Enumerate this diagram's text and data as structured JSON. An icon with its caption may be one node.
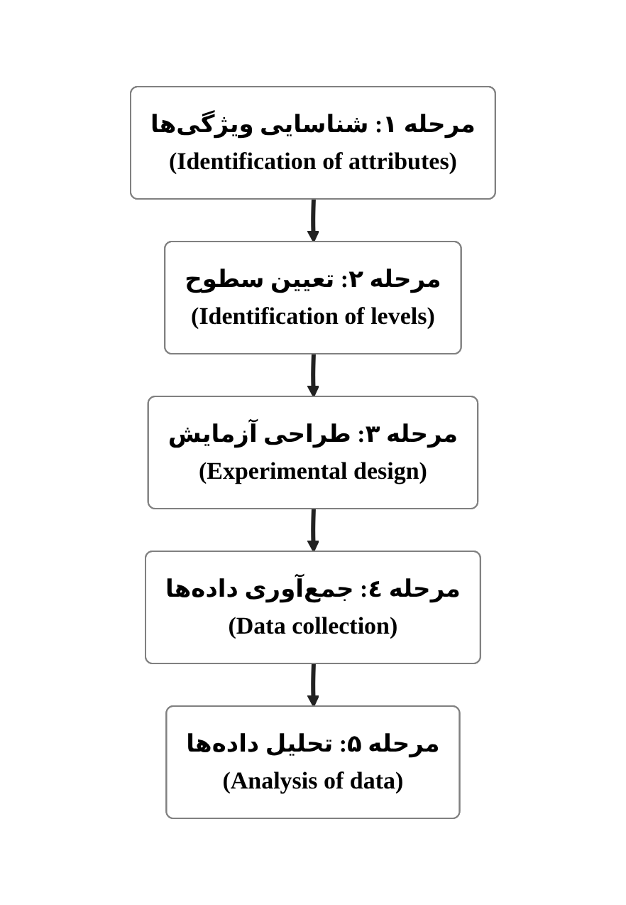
{
  "diagram": {
    "nodes": [
      {
        "text": [
          "مرحله ۱: شناسایی ویژگی‌ها",
          "(Identification of attributes)"
        ]
      },
      {
        "text": [
          "مرحله ۲: تعیین سطوح",
          "(Identification of levels)"
        ]
      },
      {
        "text": [
          "مرحله ۳: طراحی آزمایش",
          "(Experimental design)"
        ]
      },
      {
        "text": [
          "مرحله ٤: جمع‌آوری داده‌ها",
          "(Data collection)"
        ]
      },
      {
        "text": [
          "مرحله ۵: تحلیل داده‌ها",
          "(Analysis of data)"
        ]
      }
    ],
    "edges": [
      {
        "from": 0,
        "to": 1,
        "arrow": "to"
      },
      {
        "from": 1,
        "to": 2,
        "arrow": "to"
      },
      {
        "from": 2,
        "to": 3,
        "arrow": "to"
      },
      {
        "from": 3,
        "to": 4,
        "arrow": "to"
      }
    ]
  }
}
